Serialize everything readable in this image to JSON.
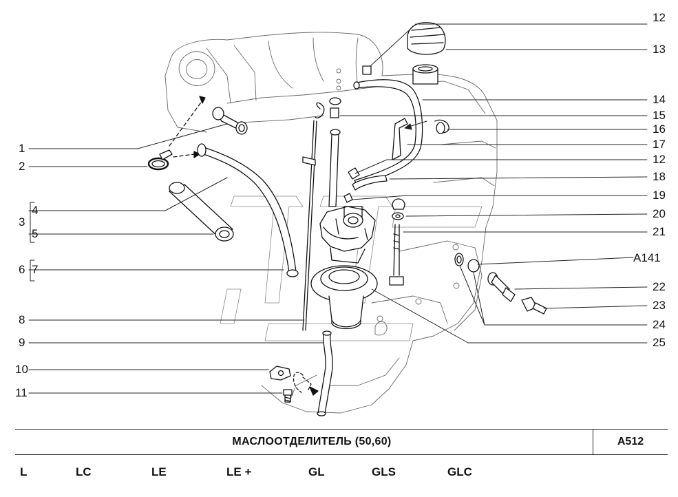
{
  "title": "МАСЛООТДЕЛИТЕЛЬ (50,60)",
  "code": "A512",
  "trims": [
    "L",
    "LC",
    "LE",
    "LE +",
    "GL",
    "GLS",
    "GLC"
  ],
  "callouts_left": [
    "1",
    "2",
    "3",
    "4",
    "5",
    "6",
    "7",
    "8",
    "9",
    "10",
    "11"
  ],
  "callouts_right": [
    "12",
    "13",
    "14",
    "15",
    "16",
    "17",
    "12",
    "18",
    "19",
    "20",
    "21",
    "A141",
    "22",
    "23",
    "24",
    "25"
  ]
}
